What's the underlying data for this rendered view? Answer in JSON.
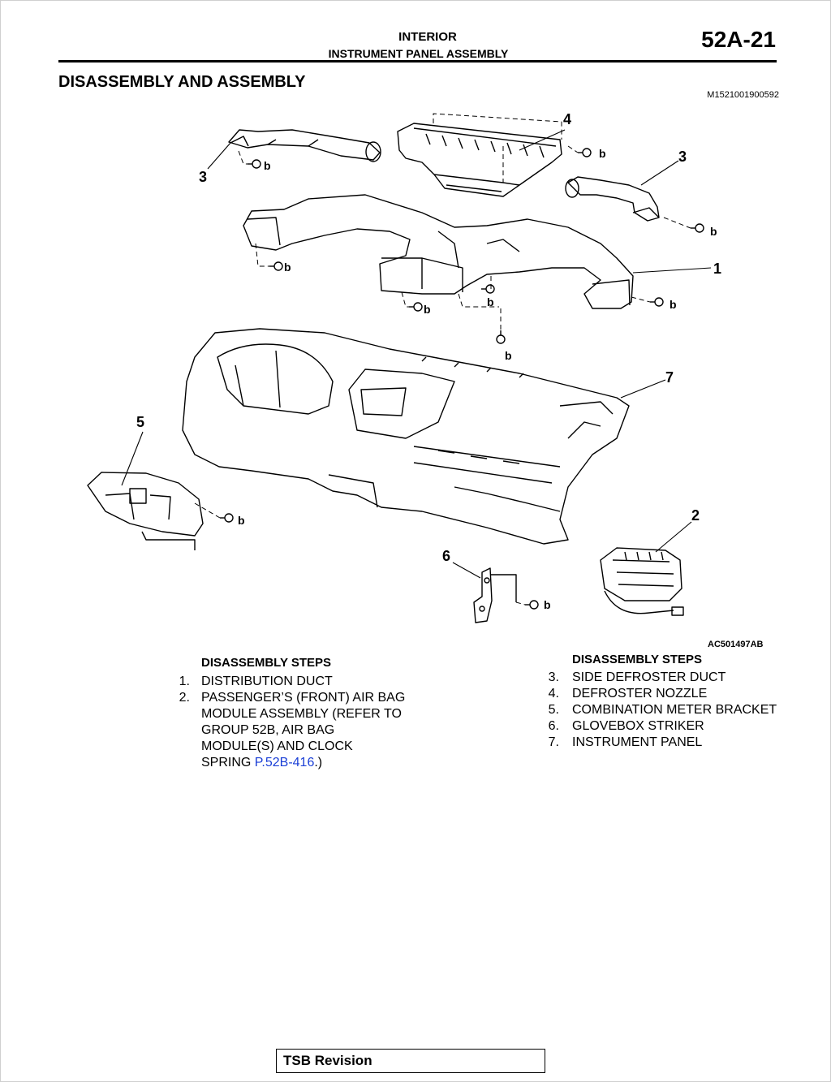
{
  "header": {
    "section": "INTERIOR",
    "subsection": "INSTRUMENT PANEL ASSEMBLY",
    "page_number": "52A-21"
  },
  "title": "DISASSEMBLY AND ASSEMBLY",
  "doc_code": "M1521001900592",
  "figure": {
    "code": "AC501497AB",
    "callouts": [
      "1",
      "2",
      "3",
      "3",
      "4",
      "5",
      "6",
      "7"
    ],
    "fastener_label": "b"
  },
  "left_steps": {
    "heading": "DISASSEMBLY STEPS",
    "items": [
      {
        "num": "1.",
        "lines": [
          "DISTRIBUTION DUCT"
        ]
      },
      {
        "num": "2.",
        "lines": [
          "PASSENGER’S (FRONT) AIR BAG",
          "MODULE ASSEMBLY (REFER TO",
          "GROUP 52B, AIR BAG",
          "MODULE(S) AND CLOCK"
        ]
      },
      {
        "last_line_prefix": "SPRING ",
        "link": "P.52B-416",
        "last_line_suffix": ".)"
      }
    ]
  },
  "right_steps": {
    "heading": "DISASSEMBLY STEPS",
    "items": [
      {
        "num": "3.",
        "text": "SIDE DEFROSTER DUCT"
      },
      {
        "num": "4.",
        "text": "DEFROSTER NOZZLE"
      },
      {
        "num": "5.",
        "text": "COMBINATION METER BRACKET"
      },
      {
        "num": "6.",
        "text": "GLOVEBOX STRIKER"
      },
      {
        "num": "7.",
        "text": "INSTRUMENT PANEL"
      }
    ]
  },
  "footer": {
    "tsb_label": "TSB Revision"
  },
  "colors": {
    "link": "#1a3fd6",
    "ink": "#000000"
  }
}
